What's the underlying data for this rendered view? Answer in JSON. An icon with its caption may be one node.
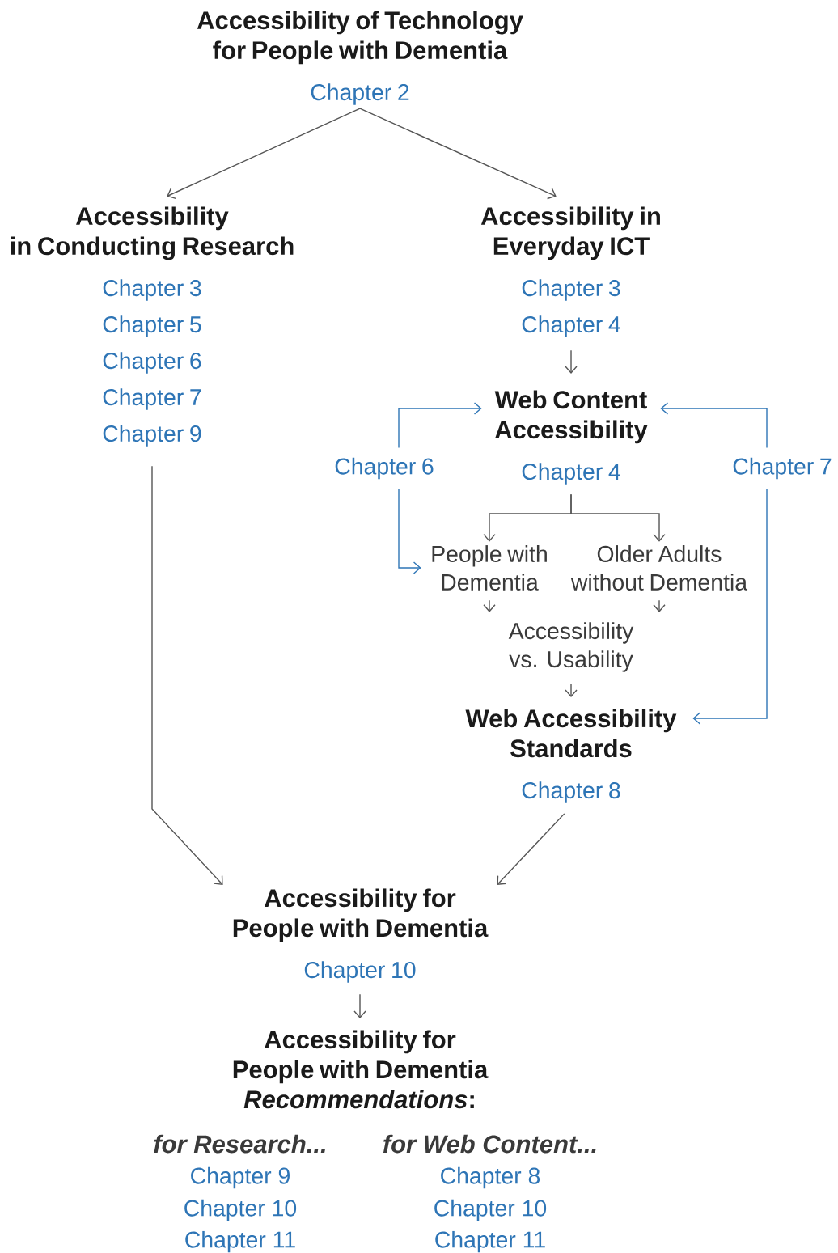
{
  "diagram": {
    "nodes": [
      {
        "text": [
          "Accessibility of Technology for People with Dementia",
          "Chapter 2"
        ]
      },
      {
        "text": [
          "Accessibility in Conducting Research",
          "Chapter 3",
          "Chapter 5",
          "Chapter 6",
          "Chapter 7",
          "Chapter 9"
        ]
      },
      {
        "text": [
          "Accessibility in Everyday ICT",
          "Chapter 3",
          "Chapter 4"
        ]
      },
      {
        "text": [
          "Web Content Accessibility",
          "Chapter 4"
        ]
      },
      {
        "text": [
          "Chapter 6"
        ]
      },
      {
        "text": [
          "Chapter 7"
        ]
      },
      {
        "text": [
          "People with Dementia"
        ]
      },
      {
        "text": [
          "Older Adults without Dementia"
        ]
      },
      {
        "text": [
          "Accessibility vs. Usability"
        ]
      },
      {
        "text": [
          "Web Accessibility Standards",
          "Chapter 8"
        ]
      },
      {
        "text": [
          "Accessibility for People with Dementia",
          "Chapter 10"
        ]
      },
      {
        "text": [
          "Accessibility for People with Dementia *Recommendations*:"
        ]
      }
    ],
    "edges": [
      {
        "from": 0,
        "to": 1,
        "arrow": "to"
      },
      {
        "from": 0,
        "to": 2,
        "arrow": "to"
      },
      {
        "from": 2,
        "to": 3,
        "arrow": "to"
      },
      {
        "from": 4,
        "to": 3,
        "arrow": "to",
        "color": "#2e75b6"
      },
      {
        "from": 4,
        "to": 6,
        "arrow": "to",
        "color": "#2e75b6"
      },
      {
        "from": 5,
        "to": 3,
        "arrow": "to",
        "color": "#2e75b6"
      },
      {
        "from": 5,
        "to": 9,
        "arrow": "to",
        "color": "#2e75b6"
      },
      {
        "from": 3,
        "to": 6,
        "arrow": "to"
      },
      {
        "from": 3,
        "to": 7,
        "arrow": "to"
      },
      {
        "from": 6,
        "to": 8,
        "arrow": "to"
      },
      {
        "from": 7,
        "to": 8,
        "arrow": "to"
      },
      {
        "from": 8,
        "to": 9,
        "arrow": "to"
      },
      {
        "from": 1,
        "to": 10,
        "arrow": "to"
      },
      {
        "from": 9,
        "to": 10,
        "arrow": "to"
      },
      {
        "from": 10,
        "to": 11,
        "arrow": "to"
      }
    ],
    "labels": [
      "for Research...",
      "for Web Content...",
      "Chapter 9",
      "Chapter 8",
      "Chapter 10",
      "Chapter 10",
      "Chapter 11",
      "Chapter 11"
    ]
  }
}
